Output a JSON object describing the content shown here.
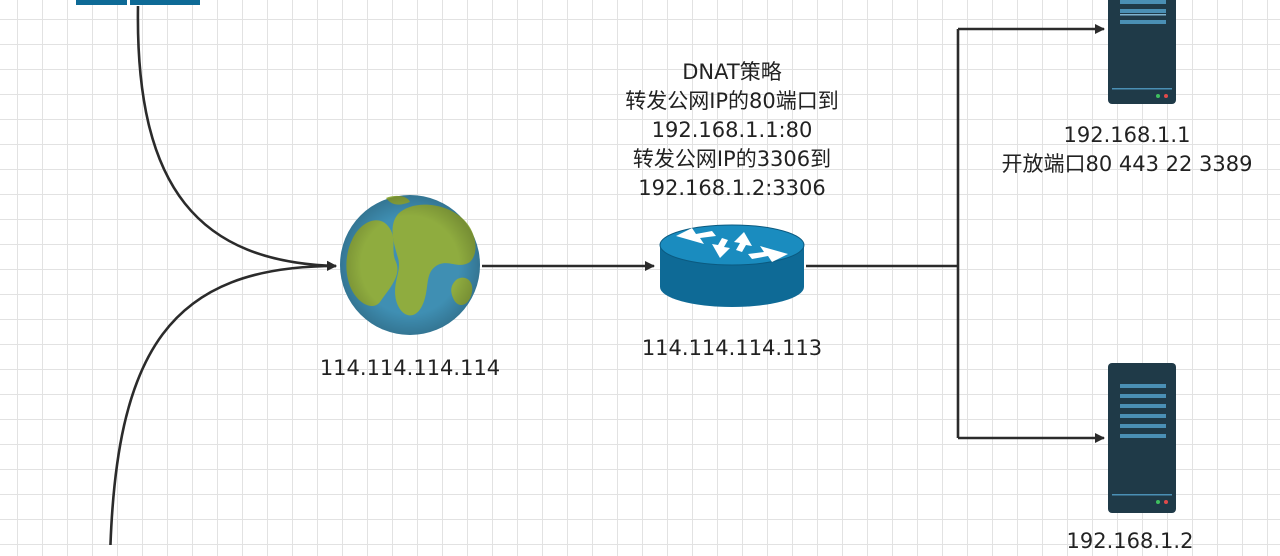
{
  "internet": {
    "ip": "114.114.114.114"
  },
  "router": {
    "ip": "114.114.114.113",
    "policy_lines": [
      "DNAT策略",
      "转发公网IP的80端口到",
      "192.168.1.1:80",
      "转发公网IP的3306到",
      "192.168.1.2:3306"
    ]
  },
  "server1": {
    "ip": "192.168.1.1",
    "ports": "开放端口80 443 22 3389"
  },
  "server2": {
    "ip": "192.168.1.2"
  },
  "colors": {
    "line": "#2b2b2b",
    "router_body": "#0e6a96",
    "router_top": "#1a8cbf",
    "server_body": "#1f3a48",
    "server_slot": "#4a8fb4",
    "globe_ocean": "#3f8fb3",
    "globe_land": "#8fac3f",
    "client_box": "#0e6a96"
  }
}
